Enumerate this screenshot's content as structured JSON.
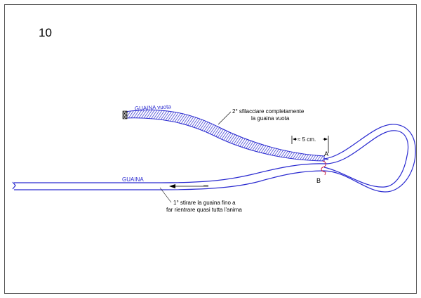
{
  "step_number": "10",
  "labels": {
    "guaina_vuota": "GUAINA vuota",
    "guaina": "GUAINA",
    "point_a": "A",
    "point_b": "B",
    "dimension": "≈ 5 cm.",
    "note_2_line1": "2° sfilacciare completamente",
    "note_2_line2": "la guaina vuota",
    "note_1_line1": "1° stirare la guaina fino a",
    "note_1_line2": "far rientrare quasi tutta l'anima"
  },
  "colors": {
    "rope": "#2a2ad0",
    "label_blue": "#2a2ad0",
    "splice_mark": "#cc2244",
    "ink": "#000000",
    "frame": "#555555"
  }
}
